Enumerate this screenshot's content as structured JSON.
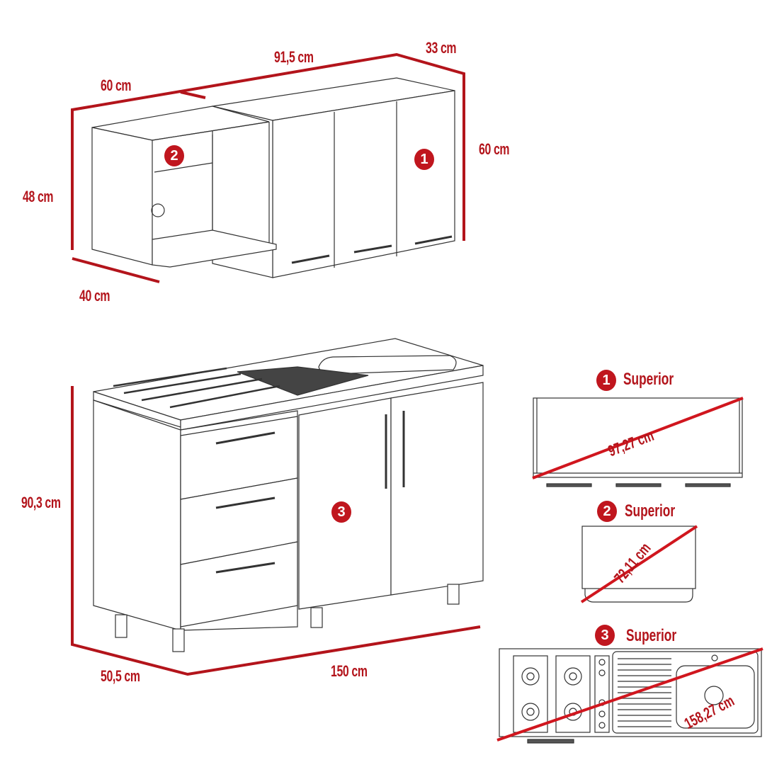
{
  "upper_module": {
    "dimensions": {
      "width_total": "91,5 cm",
      "width_open_section": "60 cm",
      "depth_right": "33 cm",
      "height_right": "60 cm",
      "height_left": "48 cm",
      "depth_left": "40 cm"
    },
    "badges": {
      "open_shelf": "2",
      "cabinet": "1"
    }
  },
  "base_module": {
    "dimensions": {
      "height": "90,3 cm",
      "depth": "50,5 cm",
      "width": "150 cm"
    },
    "badge": "3"
  },
  "top_views": [
    {
      "badge": "1",
      "title": "Superior",
      "diagonal": "97,27 cm"
    },
    {
      "badge": "2",
      "title": "Superior",
      "diagonal": "72,11 cm"
    },
    {
      "badge": "3",
      "title": "Superior",
      "diagonal": "158,27 cm"
    }
  ],
  "colors": {
    "accent": "#b3141b",
    "line": "#333333",
    "background": "#ffffff"
  }
}
